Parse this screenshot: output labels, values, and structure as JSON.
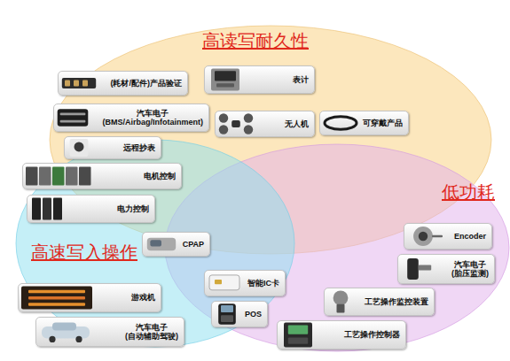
{
  "diagram": {
    "nodes": [
      {
        "text": [
          "高读写耐久性"
        ]
      },
      {
        "text": [
          "低功耗"
        ]
      },
      {
        "text": [
          "高速写入操作"
        ]
      },
      {
        "text": [
          "(耗材/配件)产品验证"
        ]
      },
      {
        "text": [
          "表计"
        ]
      },
      {
        "text": [
          "汽车电子 (BMS/Airbag/Infotainment)"
        ]
      },
      {
        "text": [
          "无人机"
        ]
      },
      {
        "text": [
          "可穿戴产品"
        ]
      },
      {
        "text": [
          "远程抄表"
        ]
      },
      {
        "text": [
          "电机控制"
        ]
      },
      {
        "text": [
          "电力控制"
        ]
      },
      {
        "text": [
          "CPAP"
        ]
      },
      {
        "text": [
          "Encoder"
        ]
      },
      {
        "text": [
          "汽车电子 (胎压监测)"
        ]
      },
      {
        "text": [
          "智能IC卡"
        ]
      },
      {
        "text": [
          "游戏机"
        ]
      },
      {
        "text": [
          "工艺操作监控装置"
        ]
      },
      {
        "text": [
          "POS"
        ]
      },
      {
        "text": [
          "汽车电子 (自动辅助驾驶)"
        ]
      },
      {
        "text": [
          "工艺操作控制器"
        ]
      }
    ]
  }
}
